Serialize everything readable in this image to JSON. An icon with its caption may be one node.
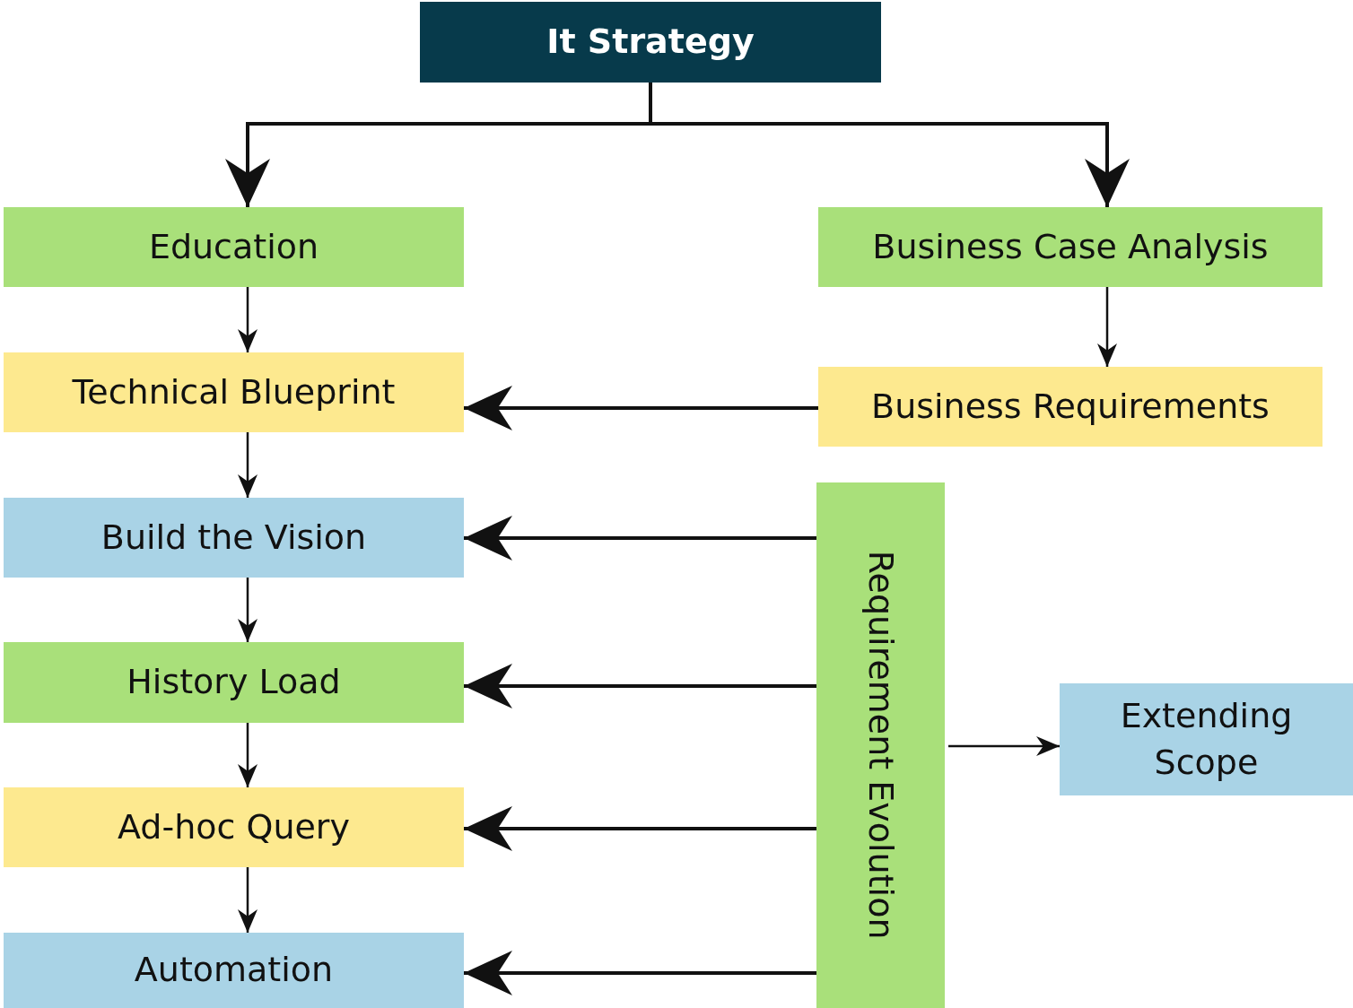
{
  "diagram": {
    "nodes": [
      {
        "text": [
          "It Strategy"
        ]
      },
      {
        "text": [
          "Education"
        ]
      },
      {
        "text": [
          "Business Case Analysis"
        ]
      },
      {
        "text": [
          "Technical Blueprint"
        ]
      },
      {
        "text": [
          "Business Requirements"
        ]
      },
      {
        "text": [
          "Build the Vision"
        ]
      },
      {
        "text": [
          "Requirement Evolution"
        ]
      },
      {
        "text": [
          "History Load"
        ]
      },
      {
        "text": [
          "Extending Scope"
        ]
      },
      {
        "text": [
          "Ad-hoc Query"
        ]
      },
      {
        "text": [
          "Automation"
        ]
      }
    ],
    "edges": [
      {
        "from": 0,
        "to": 1,
        "arrow": "to"
      },
      {
        "from": 0,
        "to": 2,
        "arrow": "to"
      },
      {
        "from": 1,
        "to": 3,
        "arrow": "to"
      },
      {
        "from": 2,
        "to": 4,
        "arrow": "to"
      },
      {
        "from": 4,
        "to": 3,
        "arrow": "to"
      },
      {
        "from": 3,
        "to": 5,
        "arrow": "to"
      },
      {
        "from": 6,
        "to": 5,
        "arrow": "to"
      },
      {
        "from": 5,
        "to": 7,
        "arrow": "to"
      },
      {
        "from": 6,
        "to": 7,
        "arrow": "to"
      },
      {
        "from": 6,
        "to": 8,
        "arrow": "to"
      },
      {
        "from": 7,
        "to": 9,
        "arrow": "to"
      },
      {
        "from": 6,
        "to": 9,
        "arrow": "to"
      },
      {
        "from": 9,
        "to": 10,
        "arrow": "to"
      },
      {
        "from": 6,
        "to": 10,
        "arrow": "to"
      }
    ]
  }
}
